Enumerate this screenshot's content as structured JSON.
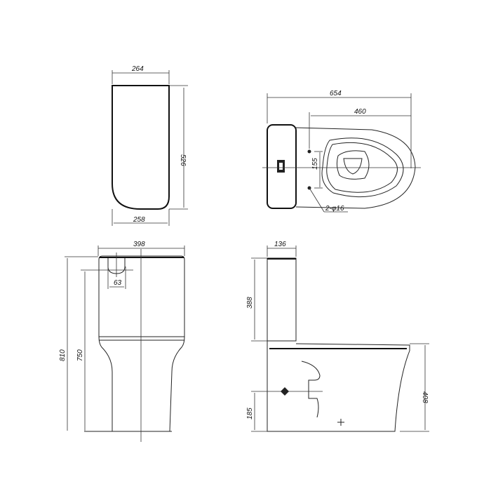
{
  "views": {
    "seat_cover_top": {
      "width_top": "264",
      "height": "526",
      "width_bottom": "258"
    },
    "plan_view": {
      "overall_length": "654",
      "hole_to_front": "460",
      "hole_spacing": "155",
      "fixing_holes": "2-φ16"
    },
    "front_view": {
      "tank_width": "398",
      "button_dia": "63",
      "overall_height": "810",
      "tank_height": "750"
    },
    "side_view": {
      "tank_depth": "136",
      "tank_body_height": "388",
      "bowl_height": "408",
      "outlet_height": "185"
    }
  },
  "colors": {
    "line": "#222222",
    "background": "#ffffff"
  }
}
